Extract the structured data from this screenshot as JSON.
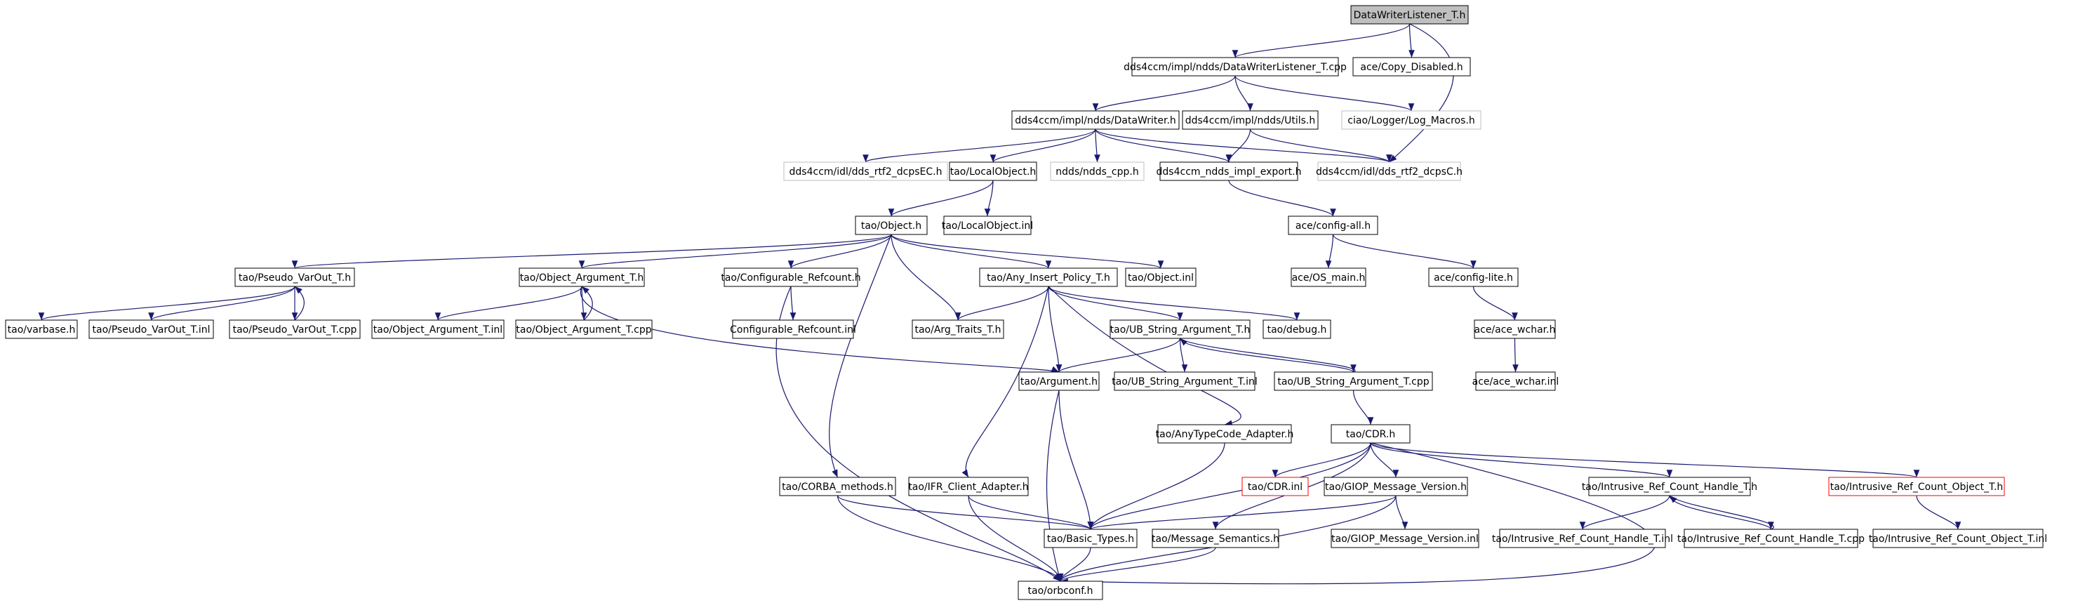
{
  "colors": {
    "background": "#ffffff",
    "edge": "#191970",
    "node_border": "#000000",
    "node_border_missing": "#bfbfbf",
    "node_border_truncated": "#ff0000",
    "root_fill": "#bfbfbf",
    "text": "#000000"
  },
  "diagram": {
    "type": "include-dependency-graph",
    "root": "n0",
    "nodes": [
      {
        "id": "n0",
        "label": "DataWriterListener_T.h",
        "style": "root"
      },
      {
        "id": "n1",
        "label": "dds4ccm/impl/ndds/DataWriterListener_T.cpp",
        "style": "normal"
      },
      {
        "id": "n2",
        "label": "ace/Copy_Disabled.h",
        "style": "normal"
      },
      {
        "id": "n3",
        "label": "dds4ccm/impl/ndds/DataWriter.h",
        "style": "normal"
      },
      {
        "id": "n4",
        "label": "dds4ccm/impl/ndds/Utils.h",
        "style": "normal"
      },
      {
        "id": "n5",
        "label": "ciao/Logger/Log_Macros.h",
        "style": "missing"
      },
      {
        "id": "n6",
        "label": "dds4ccm/idl/dds_rtf2_dcpsEC.h",
        "style": "missing"
      },
      {
        "id": "n7",
        "label": "tao/LocalObject.h",
        "style": "normal"
      },
      {
        "id": "n8",
        "label": "ndds/ndds_cpp.h",
        "style": "missing"
      },
      {
        "id": "n9",
        "label": "dds4ccm_ndds_impl_export.h",
        "style": "normal"
      },
      {
        "id": "n10",
        "label": "dds4ccm/idl/dds_rtf2_dcpsC.h",
        "style": "missing"
      },
      {
        "id": "n11",
        "label": "tao/Object.h",
        "style": "normal"
      },
      {
        "id": "n12",
        "label": "tao/LocalObject.inl",
        "style": "normal"
      },
      {
        "id": "n13",
        "label": "ace/config-all.h",
        "style": "normal"
      },
      {
        "id": "n14",
        "label": "tao/Pseudo_VarOut_T.h",
        "style": "normal"
      },
      {
        "id": "n15",
        "label": "tao/Object_Argument_T.h",
        "style": "normal"
      },
      {
        "id": "n16",
        "label": "tao/Configurable_Refcount.h",
        "style": "normal"
      },
      {
        "id": "n17",
        "label": "tao/Any_Insert_Policy_T.h",
        "style": "normal"
      },
      {
        "id": "n18",
        "label": "tao/Object.inl",
        "style": "normal"
      },
      {
        "id": "n19",
        "label": "ace/OS_main.h",
        "style": "normal"
      },
      {
        "id": "n20",
        "label": "ace/config-lite.h",
        "style": "normal"
      },
      {
        "id": "n21",
        "label": "tao/varbase.h",
        "style": "normal"
      },
      {
        "id": "n22",
        "label": "tao/Pseudo_VarOut_T.inl",
        "style": "normal"
      },
      {
        "id": "n23",
        "label": "tao/Pseudo_VarOut_T.cpp",
        "style": "normal"
      },
      {
        "id": "n24",
        "label": "tao/Object_Argument_T.inl",
        "style": "normal"
      },
      {
        "id": "n25",
        "label": "tao/Object_Argument_T.cpp",
        "style": "normal"
      },
      {
        "id": "n26",
        "label": "Configurable_Refcount.inl",
        "style": "normal"
      },
      {
        "id": "n27",
        "label": "tao/Arg_Traits_T.h",
        "style": "normal"
      },
      {
        "id": "n28",
        "label": "tao/UB_String_Argument_T.h",
        "style": "normal"
      },
      {
        "id": "n29",
        "label": "tao/debug.h",
        "style": "normal"
      },
      {
        "id": "n30",
        "label": "ace/ace_wchar.h",
        "style": "normal"
      },
      {
        "id": "n31",
        "label": "tao/Argument.h",
        "style": "normal"
      },
      {
        "id": "n32",
        "label": "tao/UB_String_Argument_T.inl",
        "style": "normal"
      },
      {
        "id": "n33",
        "label": "tao/UB_String_Argument_T.cpp",
        "style": "normal"
      },
      {
        "id": "n34",
        "label": "ace/ace_wchar.inl",
        "style": "normal"
      },
      {
        "id": "n35",
        "label": "tao/AnyTypeCode_Adapter.h",
        "style": "normal"
      },
      {
        "id": "n36",
        "label": "tao/CDR.h",
        "style": "normal"
      },
      {
        "id": "n37",
        "label": "tao/CORBA_methods.h",
        "style": "normal"
      },
      {
        "id": "n38",
        "label": "tao/IFR_Client_Adapter.h",
        "style": "normal"
      },
      {
        "id": "n39",
        "label": "tao/CDR.inl",
        "style": "truncated"
      },
      {
        "id": "n40",
        "label": "tao/GIOP_Message_Version.h",
        "style": "normal"
      },
      {
        "id": "n41",
        "label": "tao/Intrusive_Ref_Count_Handle_T.h",
        "style": "normal"
      },
      {
        "id": "n42",
        "label": "tao/Intrusive_Ref_Count_Object_T.h",
        "style": "truncated"
      },
      {
        "id": "n43",
        "label": "tao/Basic_Types.h",
        "style": "normal"
      },
      {
        "id": "n44",
        "label": "tao/Message_Semantics.h",
        "style": "normal"
      },
      {
        "id": "n45",
        "label": "tao/GIOP_Message_Version.inl",
        "style": "normal"
      },
      {
        "id": "n46",
        "label": "tao/Intrusive_Ref_Count_Handle_T.inl",
        "style": "normal"
      },
      {
        "id": "n47",
        "label": "tao/Intrusive_Ref_Count_Handle_T.cpp",
        "style": "normal"
      },
      {
        "id": "n48",
        "label": "tao/Intrusive_Ref_Count_Object_T.inl",
        "style": "normal"
      },
      {
        "id": "n49",
        "label": "tao/orbconf.h",
        "style": "normal"
      }
    ],
    "edges": [
      {
        "from": "n0",
        "to": "n1"
      },
      {
        "from": "n0",
        "to": "n2"
      },
      {
        "from": "n0",
        "to": "n10"
      },
      {
        "from": "n1",
        "to": "n3"
      },
      {
        "from": "n1",
        "to": "n4"
      },
      {
        "from": "n1",
        "to": "n5"
      },
      {
        "from": "n3",
        "to": "n6"
      },
      {
        "from": "n3",
        "to": "n7"
      },
      {
        "from": "n3",
        "to": "n8"
      },
      {
        "from": "n3",
        "to": "n9"
      },
      {
        "from": "n3",
        "to": "n10"
      },
      {
        "from": "n4",
        "to": "n9"
      },
      {
        "from": "n4",
        "to": "n10"
      },
      {
        "from": "n7",
        "to": "n11"
      },
      {
        "from": "n7",
        "to": "n12"
      },
      {
        "from": "n9",
        "to": "n13"
      },
      {
        "from": "n13",
        "to": "n19"
      },
      {
        "from": "n13",
        "to": "n20"
      },
      {
        "from": "n20",
        "to": "n30"
      },
      {
        "from": "n30",
        "to": "n34"
      },
      {
        "from": "n11",
        "to": "n14"
      },
      {
        "from": "n11",
        "to": "n15"
      },
      {
        "from": "n11",
        "to": "n16"
      },
      {
        "from": "n11",
        "to": "n17"
      },
      {
        "from": "n11",
        "to": "n18"
      },
      {
        "from": "n11",
        "to": "n27"
      },
      {
        "from": "n11",
        "to": "n37"
      },
      {
        "from": "n14",
        "to": "n21"
      },
      {
        "from": "n14",
        "to": "n22"
      },
      {
        "from": "n14",
        "to": "n23"
      },
      {
        "from": "n23",
        "to": "n14"
      },
      {
        "from": "n15",
        "to": "n24"
      },
      {
        "from": "n15",
        "to": "n25"
      },
      {
        "from": "n25",
        "to": "n15"
      },
      {
        "from": "n15",
        "to": "n31"
      },
      {
        "from": "n16",
        "to": "n26"
      },
      {
        "from": "n16",
        "to": "n49"
      },
      {
        "from": "n17",
        "to": "n27"
      },
      {
        "from": "n17",
        "to": "n28"
      },
      {
        "from": "n17",
        "to": "n29"
      },
      {
        "from": "n17",
        "to": "n31"
      },
      {
        "from": "n17",
        "to": "n35"
      },
      {
        "from": "n17",
        "to": "n38"
      },
      {
        "from": "n28",
        "to": "n31"
      },
      {
        "from": "n28",
        "to": "n32"
      },
      {
        "from": "n28",
        "to": "n33"
      },
      {
        "from": "n33",
        "to": "n28"
      },
      {
        "from": "n33",
        "to": "n36"
      },
      {
        "from": "n31",
        "to": "n43"
      },
      {
        "from": "n31",
        "to": "n49"
      },
      {
        "from": "n35",
        "to": "n43"
      },
      {
        "from": "n36",
        "to": "n39"
      },
      {
        "from": "n36",
        "to": "n40"
      },
      {
        "from": "n36",
        "to": "n41"
      },
      {
        "from": "n36",
        "to": "n42"
      },
      {
        "from": "n36",
        "to": "n43"
      },
      {
        "from": "n36",
        "to": "n44"
      },
      {
        "from": "n36",
        "to": "n49"
      },
      {
        "from": "n37",
        "to": "n43"
      },
      {
        "from": "n37",
        "to": "n49"
      },
      {
        "from": "n38",
        "to": "n43"
      },
      {
        "from": "n38",
        "to": "n49"
      },
      {
        "from": "n40",
        "to": "n43"
      },
      {
        "from": "n40",
        "to": "n45"
      },
      {
        "from": "n40",
        "to": "n49"
      },
      {
        "from": "n41",
        "to": "n46"
      },
      {
        "from": "n41",
        "to": "n47"
      },
      {
        "from": "n47",
        "to": "n41"
      },
      {
        "from": "n42",
        "to": "n48"
      },
      {
        "from": "n43",
        "to": "n49"
      },
      {
        "from": "n44",
        "to": "n49"
      }
    ]
  }
}
